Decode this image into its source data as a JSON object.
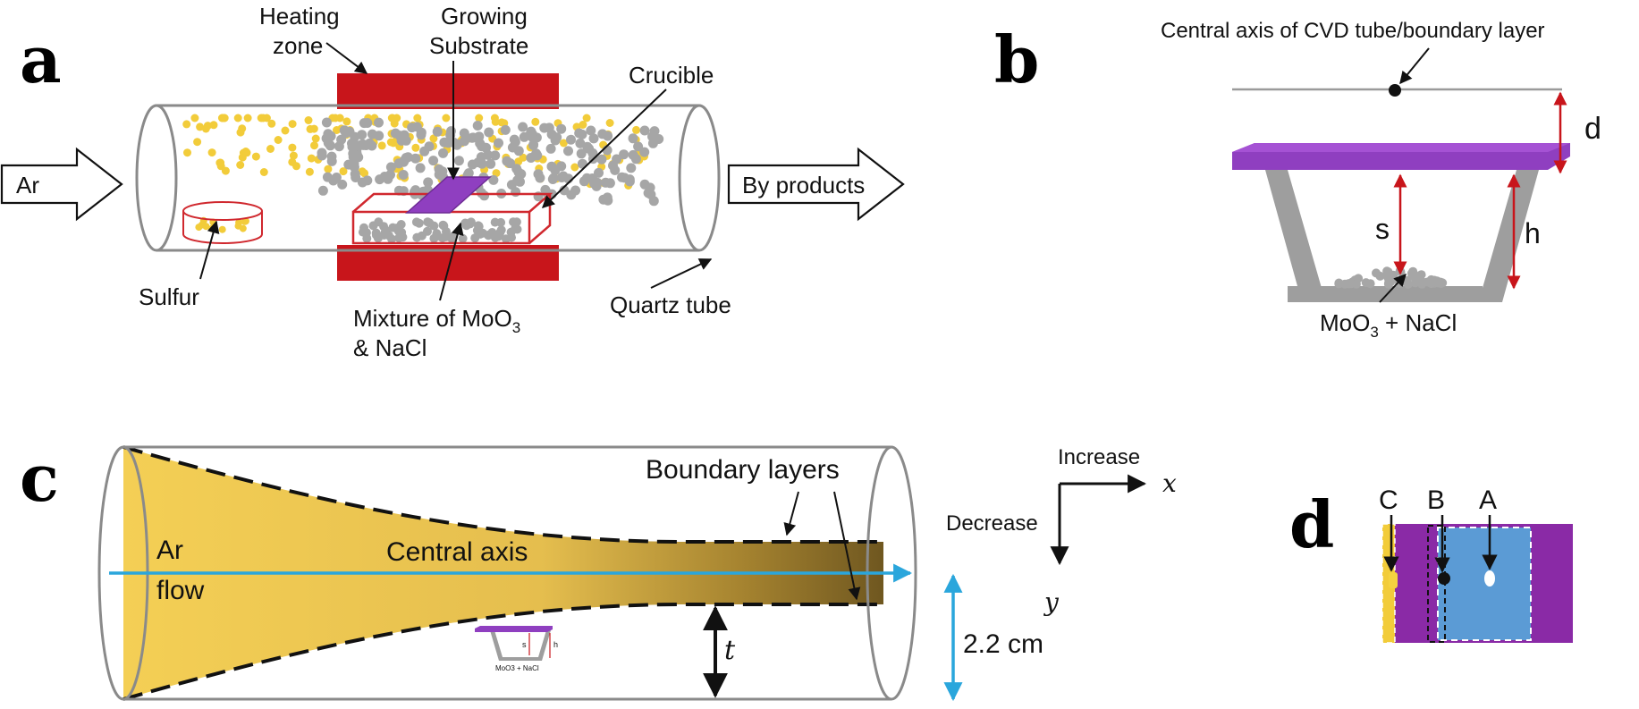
{
  "panels": {
    "a": "a",
    "b": "b",
    "c": "c",
    "d": "d"
  },
  "panel_a": {
    "heating_zone": [
      "Heating",
      "zone"
    ],
    "growing_substrate": [
      "Growing",
      "Substrate"
    ],
    "crucible": "Crucible",
    "ar": "Ar",
    "by_products": "By products",
    "sulfur": "Sulfur",
    "mixture_line1_prefix": "Mixture of MoO",
    "mixture_line1_sub": "3",
    "mixture_line2": "& NaCl",
    "quartz_tube": "Quartz tube"
  },
  "panel_b": {
    "central_axis": "Central axis of CVD tube/boundary layer",
    "d": "d",
    "s": "s",
    "h": "h",
    "mixture_prefix": "MoO",
    "mixture_sub": "3",
    "mixture_suffix": " + NaCl"
  },
  "panel_c": {
    "boundary_layers": "Boundary layers",
    "ar_flow": [
      "Ar",
      "flow"
    ],
    "central_axis": "Central axis",
    "t": "t",
    "diameter": "2.2 cm",
    "increase": "Increase",
    "decrease": "Decrease",
    "x": "x",
    "y": "y",
    "mini_s": "s",
    "mini_h": "h",
    "mini_mixture": "MoO3 + NaCl"
  },
  "panel_d": {
    "a": "A",
    "b": "B",
    "c": "C"
  },
  "colors": {
    "heating": "#c8151b",
    "substrate": "#8f3fc0",
    "crucible_outline": "#d0282e",
    "sulfur": "#f2cc3a",
    "particle_gray": "#a6a6a6",
    "flow_yellow": "#f0c84e",
    "flow_dark": "#7d6224",
    "axis_blue": "#2aa6dc",
    "arrow_red": "#c8151b",
    "d_purple": "#8a2aa6",
    "d_blue": "#5b9bd5"
  }
}
